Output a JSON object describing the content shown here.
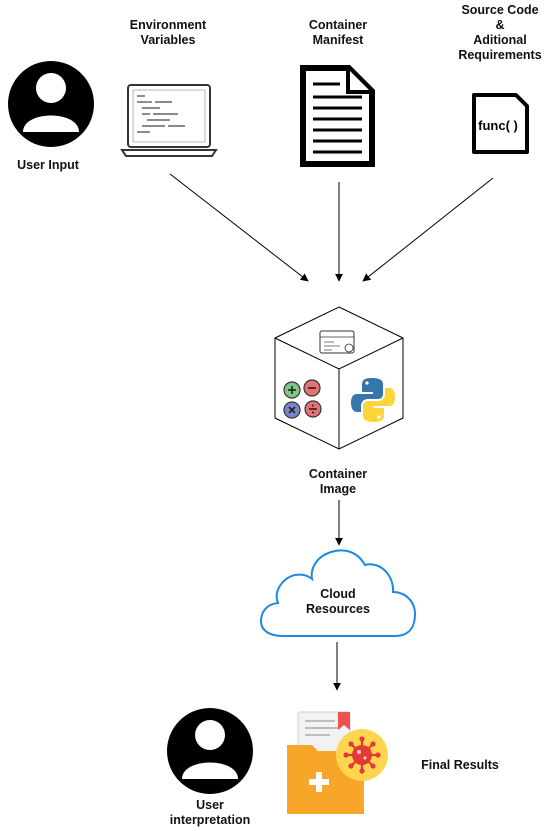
{
  "labels": {
    "env_vars": "Environment\nVariables",
    "manifest": "Container\nManifest",
    "source_code": "Source Code\n&\nAditional\nRequirements",
    "user_input": "User Input",
    "func_text": "func( )",
    "container_image": "Container\nImage",
    "cloud": "Cloud\nResources",
    "final_results": "Final Results",
    "user_interpretation": "User\ninterpretation"
  },
  "colors": {
    "black": "#000000",
    "cloud_stroke": "#1e88e5",
    "folder": "#f7a52b",
    "folder_dark": "#e8901a",
    "virus": "#e53935",
    "virus_bg": "#ffd54f",
    "calc_green": "#4caf50",
    "calc_red": "#e57373",
    "calc_blue": "#5c6bc0",
    "python_blue": "#3776ab",
    "python_yellow": "#ffd43b"
  },
  "icons": {
    "user_input": "user-avatar-icon",
    "laptop": "laptop-code-icon",
    "manifest": "document-icon",
    "func": "function-file-icon",
    "container": "container-cube-icon",
    "cloud": "cloud-icon",
    "user_interp": "user-avatar-icon",
    "results": "medical-folder-virus-icon"
  }
}
